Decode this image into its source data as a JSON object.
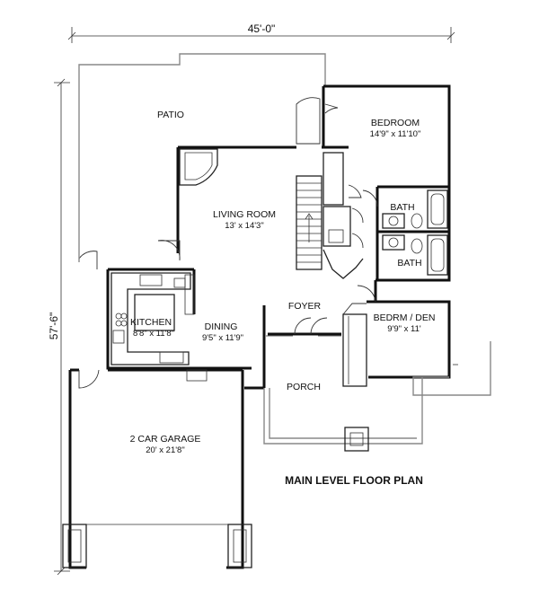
{
  "plan": {
    "title": "MAIN LEVEL FLOOR PLAN",
    "width_dim": "45'-0\"",
    "depth_dim": "57'-6\""
  },
  "rooms": {
    "patio": {
      "name": "PATIO"
    },
    "bedroom": {
      "name": "BEDROOM",
      "size": "14'9\" x 11'10\""
    },
    "bath1": {
      "name": "BATH"
    },
    "bath2": {
      "name": "BATH"
    },
    "living": {
      "name": "LIVING ROOM",
      "size": "13' x 14'3\""
    },
    "foyer": {
      "name": "FOYER"
    },
    "kitchen": {
      "name": "KITCHEN",
      "size": "8'8\" x 11'8\""
    },
    "dining": {
      "name": "DINING",
      "size": "9'5\" x 11'9\""
    },
    "den": {
      "name": "BEDRM / DEN",
      "size": "9'9\" x 11'"
    },
    "porch": {
      "name": "PORCH"
    },
    "garage": {
      "name": "2 CAR GARAGE",
      "size": "20' x 21'8\""
    }
  }
}
